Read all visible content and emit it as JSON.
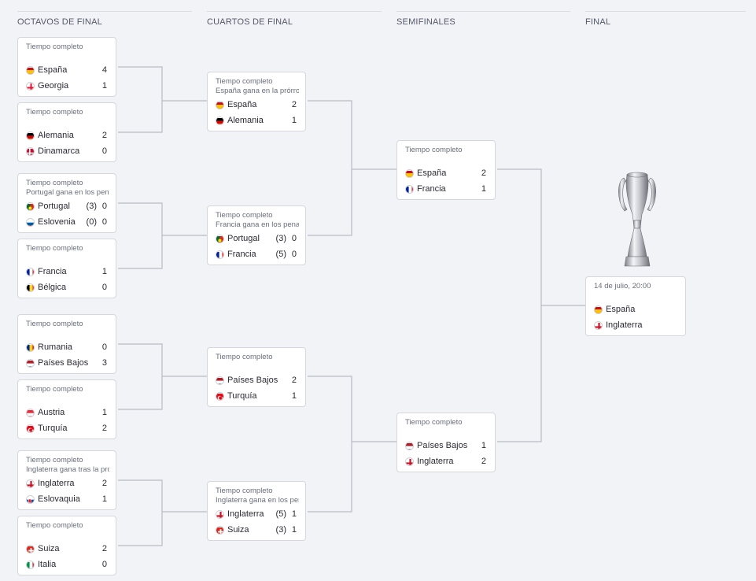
{
  "rounds": {
    "r16": "OCTAVOS DE FINAL",
    "qf": "CUARTOS DE FINAL",
    "sf": "SEMIFINALES",
    "final": "FINAL"
  },
  "matches": {
    "r16_1": {
      "status": "Tiempo completo",
      "team1": "España",
      "score1": "4",
      "team2": "Georgia",
      "score2": "1"
    },
    "r16_2": {
      "status": "Tiempo completo",
      "team1": "Alemania",
      "score1": "2",
      "team2": "Dinamarca",
      "score2": "0"
    },
    "r16_3": {
      "status": "Tiempo completo",
      "note": "Portugal gana en los penaltis",
      "team1": "Portugal",
      "pens1": "(3)",
      "score1": "0",
      "team2": "Eslovenia",
      "pens2": "(0)",
      "score2": "0"
    },
    "r16_4": {
      "status": "Tiempo completo",
      "team1": "Francia",
      "score1": "1",
      "team2": "Bélgica",
      "score2": "0"
    },
    "r16_5": {
      "status": "Tiempo completo",
      "team1": "Rumania",
      "score1": "0",
      "team2": "Países Bajos",
      "score2": "3"
    },
    "r16_6": {
      "status": "Tiempo completo",
      "team1": "Austria",
      "score1": "1",
      "team2": "Turquía",
      "score2": "2"
    },
    "r16_7": {
      "status": "Tiempo completo",
      "note": "Inglaterra gana tras la prórroga",
      "team1": "Inglaterra",
      "score1": "2",
      "team2": "Eslovaquia",
      "score2": "1"
    },
    "r16_8": {
      "status": "Tiempo completo",
      "team1": "Suiza",
      "score1": "2",
      "team2": "Italia",
      "score2": "0"
    },
    "qf_1": {
      "status": "Tiempo completo",
      "note": "España gana en la prórroga",
      "team1": "España",
      "score1": "2",
      "team2": "Alemania",
      "score2": "1"
    },
    "qf_2": {
      "status": "Tiempo completo",
      "note": "Francia gana en los penaltis",
      "team1": "Portugal",
      "pens1": "(3)",
      "score1": "0",
      "team2": "Francia",
      "pens2": "(5)",
      "score2": "0"
    },
    "qf_3": {
      "status": "Tiempo completo",
      "team1": "Países Bajos",
      "score1": "2",
      "team2": "Turquía",
      "score2": "1"
    },
    "qf_4": {
      "status": "Tiempo completo",
      "note": "Inglaterra gana en los penaltis",
      "team1": "Inglaterra",
      "pens1": "(5)",
      "score1": "1",
      "team2": "Suiza",
      "pens2": "(3)",
      "score2": "1"
    },
    "sf_1": {
      "status": "Tiempo completo",
      "team1": "España",
      "score1": "2",
      "team2": "Francia",
      "score2": "1"
    },
    "sf_2": {
      "status": "Tiempo completo",
      "team1": "Países Bajos",
      "score1": "1",
      "team2": "Inglaterra",
      "score2": "2"
    },
    "final": {
      "status": "14 de julio, 20:00",
      "team1": "España",
      "team2": "Inglaterra"
    }
  },
  "colors": {
    "background": "#f2f3f7",
    "card_border": "#d6d7de",
    "connector": "#b8bac4"
  },
  "icons": {
    "trophy": "trophy-icon",
    "flag": "flag-icon"
  }
}
